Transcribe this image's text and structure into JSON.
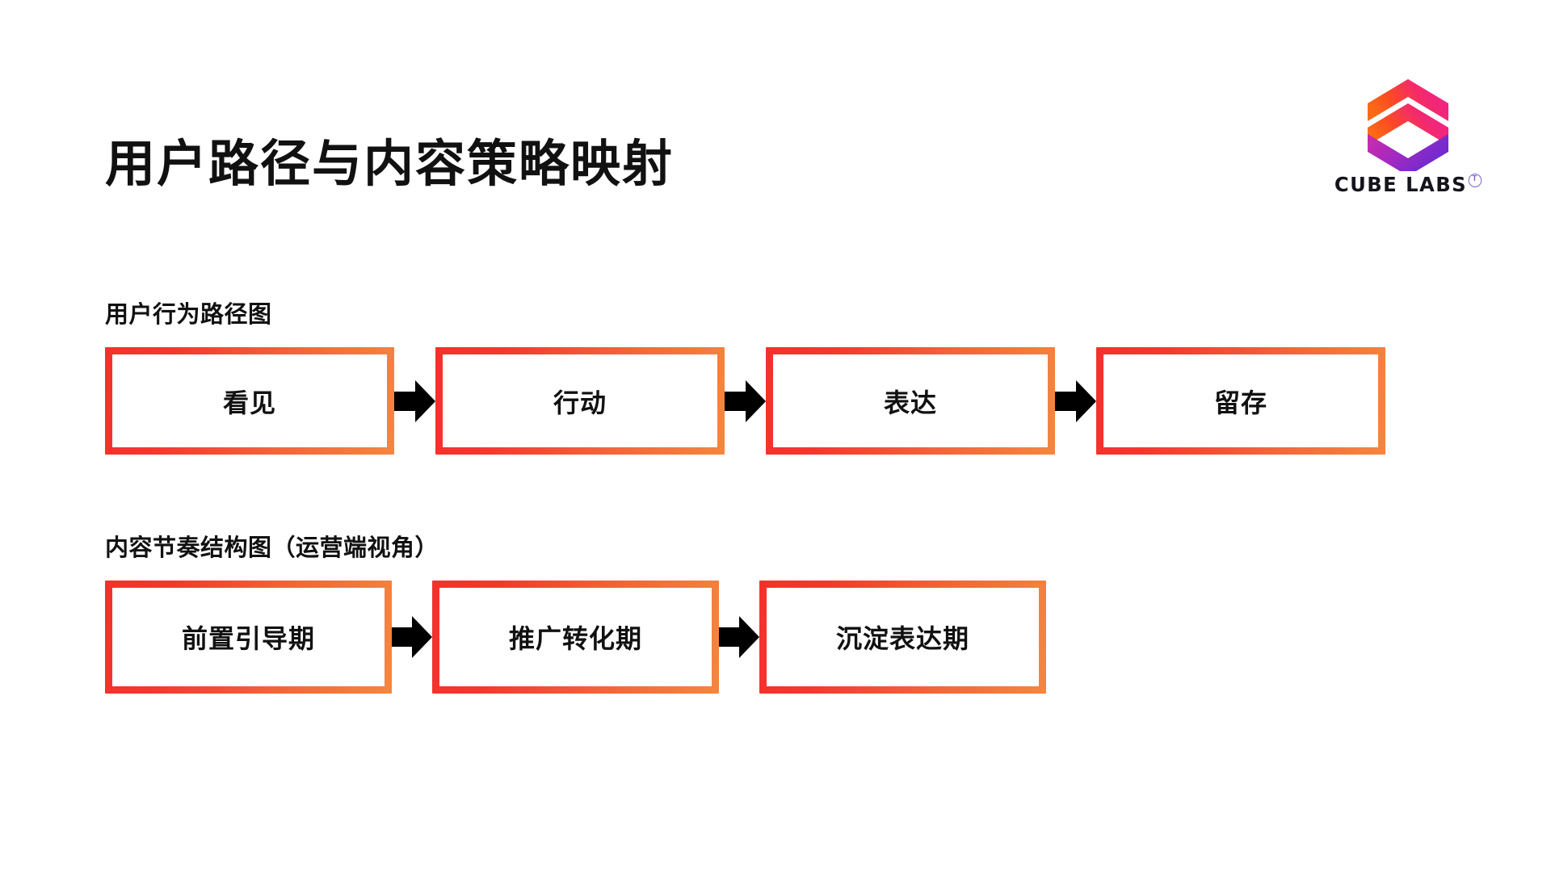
{
  "slide": {
    "title": "用户路径与内容策略映射",
    "background_color": "#ffffff",
    "text_color": "#111111"
  },
  "logo": {
    "mark_name": "cube-hex-logo",
    "wordmark": "CUBE LABS",
    "trademark_symbol": "T",
    "gradient_colors": {
      "orange": "#FB5A1E",
      "red_orange": "#F8451F",
      "pink": "#F4247B",
      "magenta": "#E0219A",
      "purple": "#7D28C9",
      "violet": "#6A2BD1"
    },
    "trademark_color": "#7d5fd0"
  },
  "theme": {
    "node_border_gradient_start": "#f5302c",
    "node_border_gradient_end": "#f5863e",
    "arrow_color": "#000000"
  },
  "sections": [
    {
      "id": "user-path",
      "label": "用户行为路径图",
      "nodes": [
        {
          "label": "看见"
        },
        {
          "label": "行动"
        },
        {
          "label": "表达"
        },
        {
          "label": "留存"
        }
      ],
      "arrows": 3,
      "arrow_icon": "arrow-right-icon"
    },
    {
      "id": "content-rhythm",
      "label": "内容节奏结构图（运营端视角）",
      "nodes": [
        {
          "label": "前置引导期"
        },
        {
          "label": "推广转化期"
        },
        {
          "label": "沉淀表达期"
        }
      ],
      "arrows": 2,
      "arrow_icon": "arrow-right-icon"
    }
  ]
}
